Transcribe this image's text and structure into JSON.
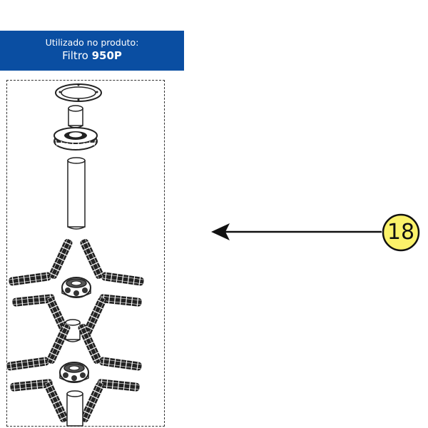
{
  "banner": {
    "label": "Utilizado no produto:",
    "product_prefix": "Filtro ",
    "product_model": "950P",
    "color": "#0a4ea2"
  },
  "callout": {
    "number": "18",
    "badge_color": "#fbf26a",
    "arrow_direction": "left"
  },
  "parts": [
    {
      "name": "gasket-ring-icon"
    },
    {
      "name": "short-tube-icon"
    },
    {
      "name": "threaded-collar-icon"
    },
    {
      "name": "long-tube-icon"
    },
    {
      "name": "lateral-hub-assembly-icon"
    },
    {
      "name": "short-tube-icon"
    },
    {
      "name": "lateral-hub-assembly-icon"
    },
    {
      "name": "short-tube-icon"
    }
  ]
}
